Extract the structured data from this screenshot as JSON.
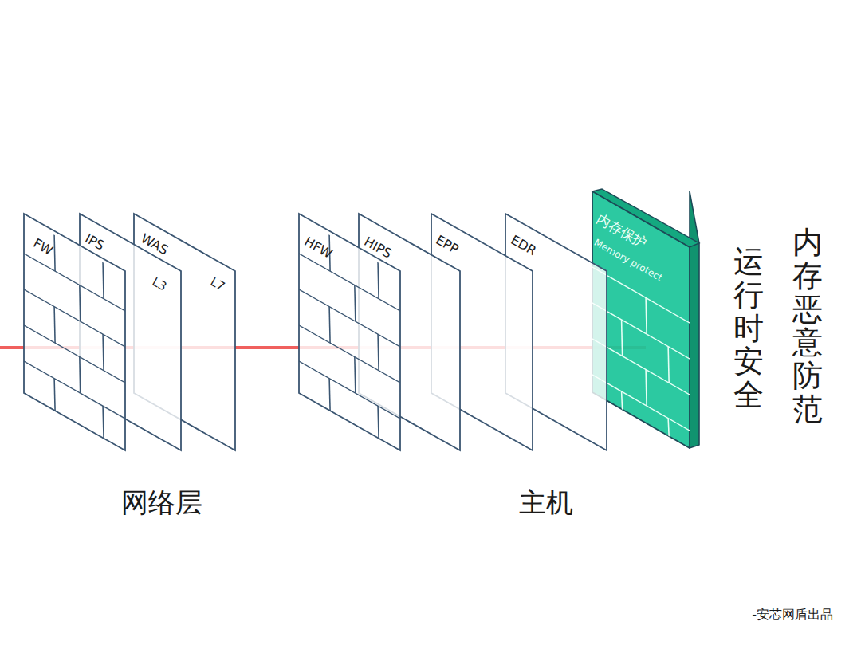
{
  "diagram": {
    "nodes": [
      {
        "text": [
          "FW"
        ]
      },
      {
        "text": [
          "IPS",
          "L3"
        ]
      },
      {
        "text": [
          "WAS",
          "L7"
        ]
      },
      {
        "text": [
          "HFW"
        ]
      },
      {
        "text": [
          "HIPS"
        ]
      },
      {
        "text": [
          "EPP"
        ]
      },
      {
        "text": [
          "EDR"
        ]
      },
      {
        "text": [
          "内存保护",
          "Memory protect"
        ]
      }
    ],
    "labels": [
      "运行时安全",
      "内存恶意防范",
      "网络层",
      "主机",
      "-安芯网盾出品"
    ]
  }
}
